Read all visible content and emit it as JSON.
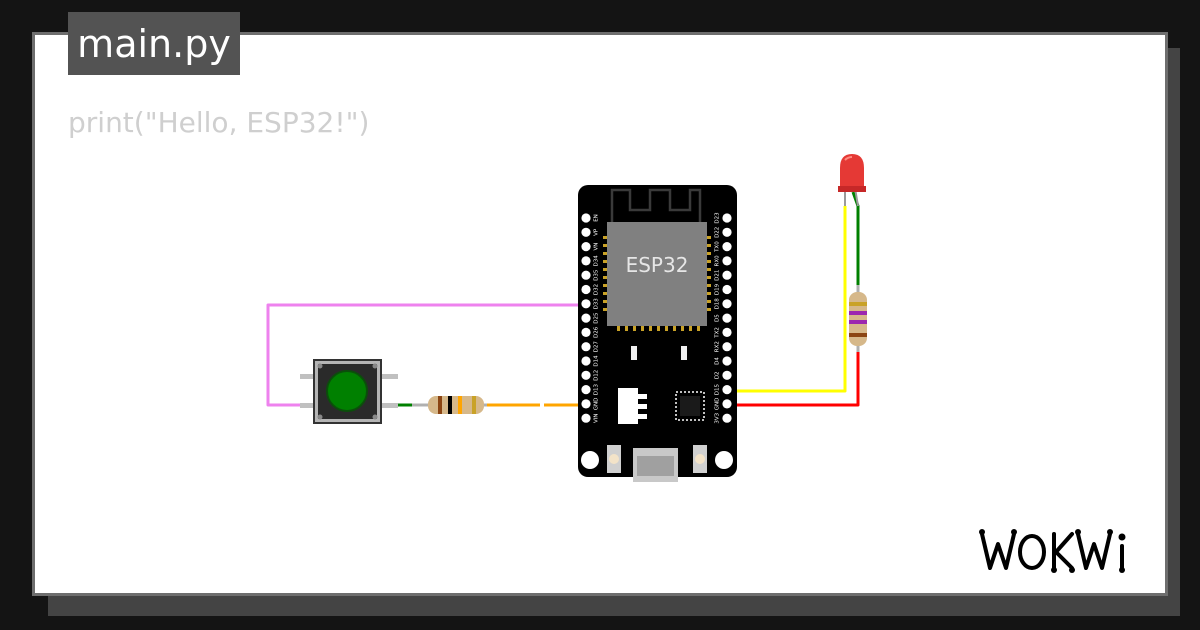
{
  "editor": {
    "filename": "main.py",
    "code_line": "print(\"Hello, ESP32!\")"
  },
  "board": {
    "chip_label": "ESP32",
    "left_pins": [
      "EN",
      "VP",
      "VN",
      "D34",
      "D35",
      "D32",
      "D33",
      "D25",
      "D26",
      "D27",
      "D14",
      "D12",
      "D13",
      "GND",
      "VIN"
    ],
    "right_pins": [
      "D23",
      "D22",
      "TX0",
      "RX0",
      "D21",
      "D19",
      "D18",
      "D5",
      "TX2",
      "RX2",
      "D4",
      "D2",
      "D15",
      "GND",
      "3V3"
    ]
  },
  "brand": {
    "logo_text": "WOKWi"
  },
  "colors": {
    "background": "#141414",
    "card": "#ffffff",
    "tab": "#535353",
    "board": "#000000",
    "chip": "#808080",
    "wire_pink": "#ee82ee",
    "wire_orange": "#ffa500",
    "wire_yellow": "#ffff00",
    "wire_red": "#ff0000",
    "wire_green": "#008000",
    "button_cap": "#008000",
    "led": "#e53935"
  }
}
